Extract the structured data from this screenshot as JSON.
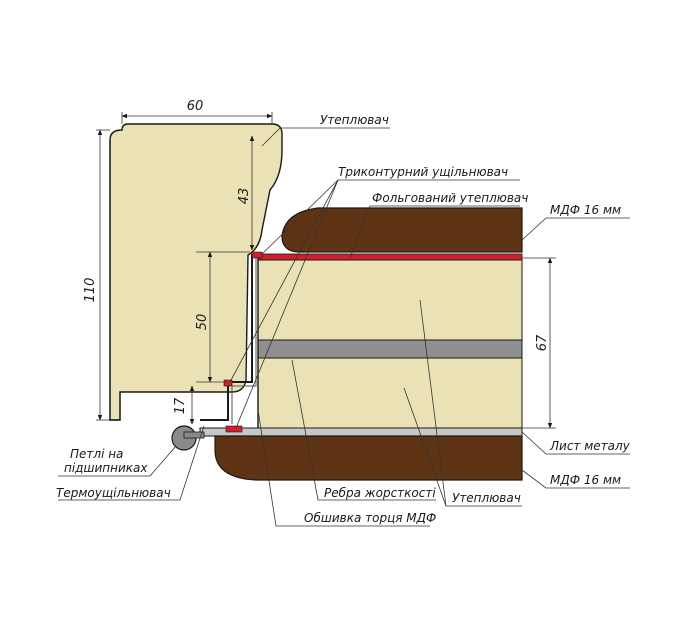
{
  "labels": {
    "insulation_top": "Утеплювач",
    "triple_seal": "Триконтурний   ущільнювач",
    "foil_insulation": "Фольгований утеплювач",
    "mdf_top": "МДФ 16 мм",
    "metal_sheet": "Лист металу",
    "mdf_bottom": "МДФ 16 мм",
    "hinges_line1": "Петлі на",
    "hinges_line2": "підшипниках",
    "thermo_seal": "Термоущільнювач",
    "stiffening_ribs": "Ребра жорсткості",
    "insulation_bottom": "Утеплювач",
    "mdf_edge_trim": "Обшивка торця МДФ"
  },
  "dimensions": {
    "width_top": "60",
    "height_total": "110",
    "seg_43": "43",
    "seg_50": "50",
    "seg_17": "17",
    "door_core": "67"
  },
  "colors": {
    "insulation": "#eae2b4",
    "mdf": "#5e3414",
    "rib": "#8f8f8f",
    "foil": "#d0202a",
    "outline": "#1a1a1a",
    "hinge": "#8a8a8a"
  }
}
